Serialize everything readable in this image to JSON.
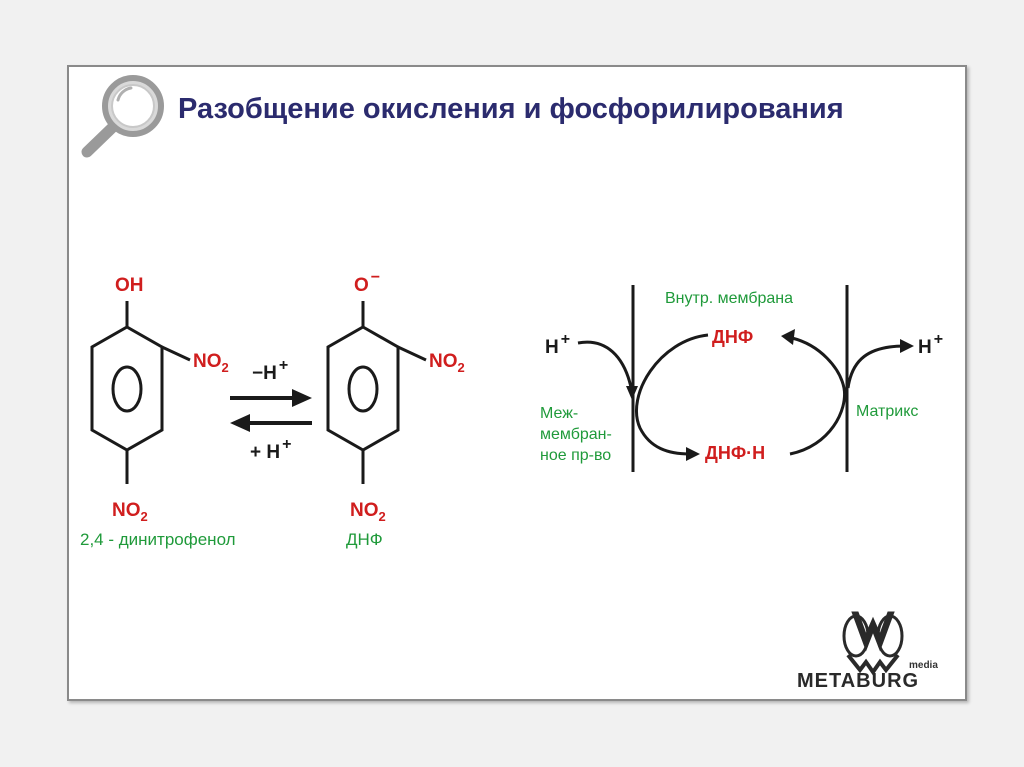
{
  "title": "Разобщение окисления и фосфорилирования",
  "left_molecule": {
    "top_group": "OH",
    "side_group": "NO",
    "side_group_sub": "2",
    "bottom_group": "NO",
    "bottom_group_sub": "2",
    "name": "2,4 - динитрофенол"
  },
  "right_molecule": {
    "top_group": "O",
    "top_group_charge": "−",
    "side_group": "NO",
    "side_group_sub": "2",
    "bottom_group": "NO",
    "bottom_group_sub": "2",
    "name": "ДНФ"
  },
  "equilibrium": {
    "forward_label": "−H",
    "forward_sup": "+",
    "reverse_label": "+ H",
    "reverse_sup": "+"
  },
  "membrane_scheme": {
    "inner_membrane_label": "Внутр. мембрана",
    "dnf_label": "ДНФ",
    "dnf_h_label": "ДНФ·H",
    "h_left": "H",
    "h_left_sup": "+",
    "h_right": "H",
    "h_right_sup": "+",
    "intermembrane_line1": "Меж-",
    "intermembrane_line2": "мембран-",
    "intermembrane_line3": "ное пр-во",
    "matrix_label": "Матрикс"
  },
  "logo": {
    "brand": "METABURG",
    "sub": "media"
  },
  "colors": {
    "title": "#2b2b6e",
    "red": "#d01e1e",
    "green": "#1f9a3a",
    "dark": "#1a1a1a"
  }
}
